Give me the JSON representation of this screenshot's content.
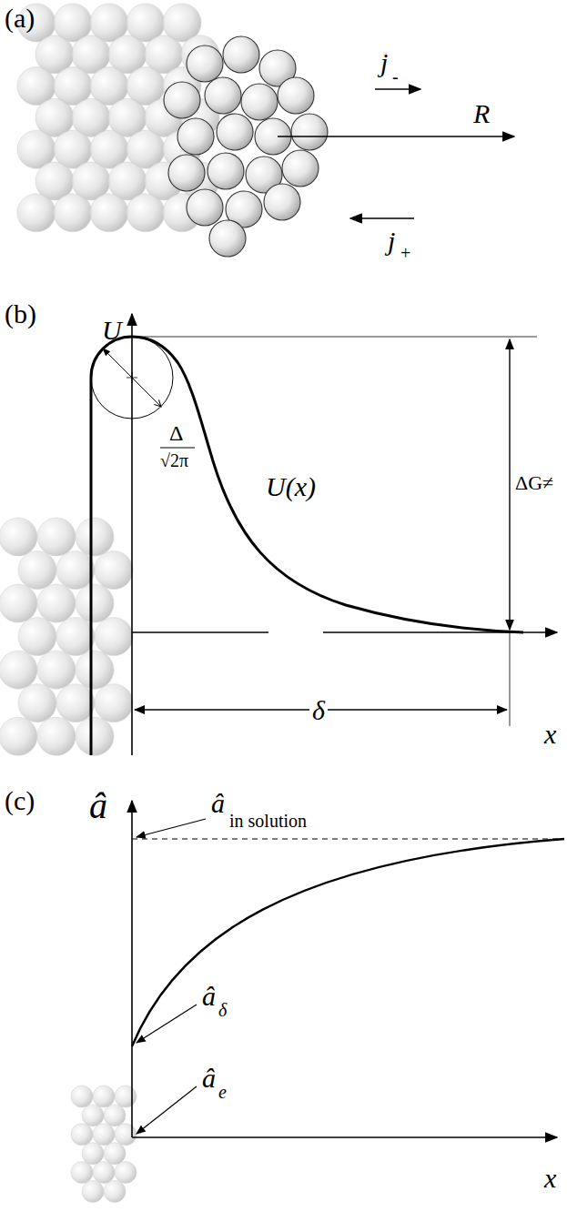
{
  "diagram": {
    "labels": [
      "(a)",
      "j",
      "-",
      "R",
      "j",
      "+",
      "(b)",
      "U",
      "Δ",
      "√2π",
      "U(x)",
      "ΔG≠",
      "δ",
      "x",
      "(c)",
      "â",
      "â",
      "in solution",
      "â",
      "δ",
      "â",
      "e",
      "x"
    ]
  }
}
